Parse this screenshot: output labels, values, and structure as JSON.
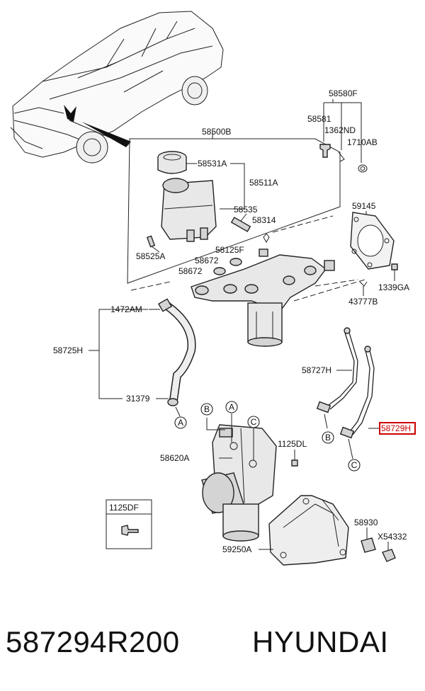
{
  "footer": {
    "part_number": "587294R200",
    "brand": "HYUNDAI"
  },
  "diagram": {
    "labels": {
      "l_58580F": "58580F",
      "l_58581": "58581",
      "l_1362ND": "1362ND",
      "l_1710AB": "1710AB",
      "l_58500B": "58500B",
      "l_58531A": "58531A",
      "l_58511A": "58511A",
      "l_58535": "58535",
      "l_58314": "58314",
      "l_58525A": "58525A",
      "l_58125F": "58125F",
      "l_58672a": "58672",
      "l_58672b": "58672",
      "l_59145": "59145",
      "l_1339GA": "1339GA",
      "l_43777B": "43777B",
      "l_1472AM": "1472AM",
      "l_58725H": "58725H",
      "l_31379": "31379",
      "l_58727H": "58727H",
      "l_58729H": "58729H",
      "l_1125DL": "1125DL",
      "l_58620A": "58620A",
      "l_1125DF": "1125DF",
      "l_58930": "58930",
      "l_X54332": "X54332",
      "l_59250A": "59250A"
    },
    "callouts": {
      "a1": "A",
      "b1": "B",
      "a2": "A",
      "c1": "C",
      "b2": "B",
      "c2": "C"
    },
    "highlighted_part": "58729H"
  }
}
